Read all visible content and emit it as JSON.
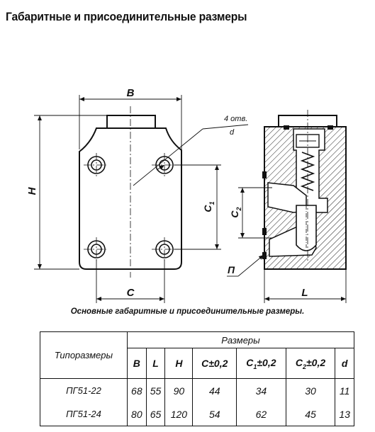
{
  "title": "Габаритные и присоединительные размеры",
  "caption": "Основные габаритные и присоединительные размеры.",
  "drawing_labels": {
    "B": "B",
    "H": "H",
    "C": "C",
    "C1_main": "C",
    "C1_sub": "1",
    "C2_main": "C",
    "C2_sub": "2",
    "holes_line1": "4 отв.",
    "holes_line2": "d",
    "P": "П",
    "L": "L"
  },
  "table": {
    "type_header": "Типоразмеры",
    "group_header": "Размеры",
    "columns": [
      {
        "main": "B",
        "sub": "",
        "tol": ""
      },
      {
        "main": "L",
        "sub": "",
        "tol": ""
      },
      {
        "main": "H",
        "sub": "",
        "tol": ""
      },
      {
        "main": "C",
        "sub": "",
        "tol": "±0,2"
      },
      {
        "main": "C",
        "sub": "1",
        "tol": "±0,2"
      },
      {
        "main": "C",
        "sub": "2",
        "tol": "±0,2"
      },
      {
        "main": "d",
        "sub": "",
        "tol": ""
      }
    ],
    "rows": [
      {
        "type": "ПГ51-22",
        "values": [
          "68",
          "55",
          "90",
          "44",
          "34",
          "30",
          "11"
        ]
      },
      {
        "type": "ПГ51-24",
        "values": [
          "80",
          "65",
          "120",
          "54",
          "62",
          "45",
          "13"
        ]
      }
    ]
  }
}
